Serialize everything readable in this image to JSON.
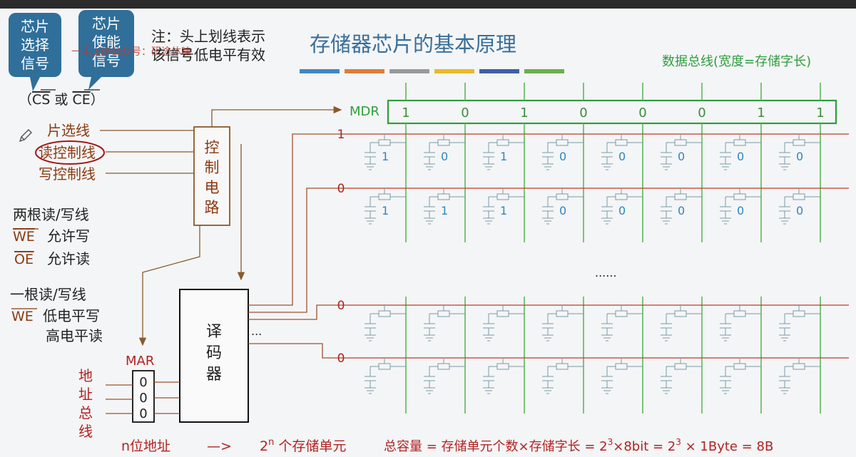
{
  "title": "存储器芯片的基本原理",
  "note": {
    "line1": "注：头上划线表示",
    "line2": "该信号低电平有效"
  },
  "watermark": "一手上岸公众号：研途体哇",
  "bubbles": {
    "left": [
      "芯片",
      "选择",
      "信号"
    ],
    "right": [
      "芯片",
      "使能",
      "信号"
    ]
  },
  "cs_ce": {
    "open": "（",
    "cs": "CS",
    "or": " 或 ",
    "ce": "CE",
    "close": "）"
  },
  "control_lines": {
    "chip_select": "片选线",
    "read_control": "读控制线",
    "write_control": "写控制线"
  },
  "control_circuit": [
    "控",
    "制",
    "电",
    "路"
  ],
  "two_lines": {
    "heading": "两根读/写线",
    "we": "WE",
    "we_desc": "允许写",
    "oe": "OE",
    "oe_desc": "允许读"
  },
  "one_line": {
    "heading": "一根读/写线",
    "we": "WE",
    "we_low": "低电平写",
    "we_high": "高电平读"
  },
  "decoder": {
    "label": [
      "译",
      "码",
      "器"
    ],
    "dots": "..."
  },
  "mar": {
    "label": "MAR",
    "bits": [
      "0",
      "0",
      "0"
    ]
  },
  "address_bus": [
    "地",
    "址",
    "总",
    "线"
  ],
  "data_bus": "数据总线(宽度=存储字长)",
  "mdr": {
    "label": "MDR",
    "bits": [
      "1",
      "0",
      "1",
      "0",
      "0",
      "0",
      "1",
      "1"
    ]
  },
  "word_lines": [
    "1",
    "0",
    "0",
    "0"
  ],
  "cells": {
    "row0": [
      "1",
      "0",
      "1",
      "0",
      "0",
      "0",
      "0",
      "0"
    ],
    "row1": [
      "1",
      "1",
      "1",
      "0",
      "0",
      "0",
      "0",
      "0"
    ]
  },
  "ellipsis": "......",
  "bottom": {
    "n_addr": "n位地址",
    "arrow": "—>",
    "units_base": "2",
    "units_exp": "n",
    "units_text": " 个存储单元",
    "capacity_a": "总容量 = 存储单元个数×存储字长 = 2",
    "capacity_exp1": "3",
    "capacity_b": "×8bit = 2",
    "capacity_exp2": "3",
    "capacity_c": " × 1Byte = 8B"
  },
  "colors": {
    "title": "#3a6f9a",
    "bubble": "#2f6f9a",
    "green": "#2e9e3e",
    "red": "#c0392b",
    "brown": "#8a3a12",
    "cell_bit": "#2e86c1",
    "title_bar": [
      "#3f88c5",
      "#e07b39",
      "#9a9a9a",
      "#e8b92a",
      "#3f5fa8",
      "#6ab04c"
    ]
  }
}
